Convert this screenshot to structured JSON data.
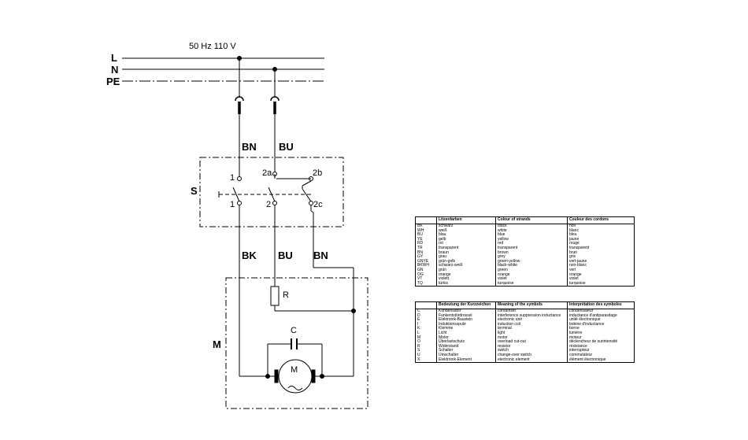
{
  "supply": {
    "voltage": "50 Hz 110 V",
    "lines": [
      "L",
      "N",
      "PE"
    ]
  },
  "wires": {
    "top_left": "BN",
    "top_right": "BU",
    "bottom_left": "BK",
    "bottom_mid": "BU",
    "bottom_right": "BN"
  },
  "switch": {
    "label": "S",
    "terminals": [
      "1",
      "2a",
      "2b",
      "1",
      "2",
      "2c"
    ]
  },
  "motor": {
    "label": "M",
    "resistor": "R",
    "capacitor": "C",
    "symbol": "M"
  },
  "colour_table": {
    "headers": [
      "",
      "Litzenfarben",
      "Colour of strands",
      "Couleur des cordons"
    ],
    "rows": [
      [
        "BK",
        "schwarz",
        "black",
        "noir"
      ],
      [
        "WH",
        "weiß",
        "white",
        "blanc"
      ],
      [
        "BU",
        "blau",
        "blue",
        "bleu"
      ],
      [
        "YE",
        "gelb",
        "yellow",
        "jaune"
      ],
      [
        "RD",
        "rot",
        "red",
        "rouge"
      ],
      [
        "TR",
        "transparent",
        "transparent",
        "transparent"
      ],
      [
        "BN",
        "braun",
        "brown",
        "brun"
      ],
      [
        "GY",
        "grau",
        "grey",
        "gris"
      ],
      [
        "GNYE",
        "grün-gelb",
        "green-yellow",
        "vert-jaune"
      ],
      [
        "BKWH",
        "schwarz-weiß",
        "black-white",
        "noir-blanc"
      ],
      [
        "GN",
        "grün",
        "green",
        "vert"
      ],
      [
        "OG",
        "orange",
        "orange",
        "orange"
      ],
      [
        "VT",
        "violett",
        "violet",
        "violet"
      ],
      [
        "TQ",
        "türkis",
        "turquoise",
        "turquoise"
      ]
    ]
  },
  "symbol_table": {
    "headers": [
      "",
      "Bedeutung der Kurzzeichen",
      "Meaning of the symbols",
      "Interprétation des symboles"
    ],
    "rows": [
      [
        "C",
        "Kondensator",
        "condenser",
        "condensateur"
      ],
      [
        "D",
        "Funkentstördrossel",
        "interference suppression inductance",
        "inductance d'antiparasitage"
      ],
      [
        "E",
        "Elektronik-Baustein",
        "electronic unit",
        "unité électronique"
      ],
      [
        "I",
        "Induktionsspule",
        "induction coil",
        "bobine d'inductance"
      ],
      [
        "K",
        "Klemme",
        "terminal",
        "borne"
      ],
      [
        "L",
        "Licht",
        "light",
        "lumière"
      ],
      [
        "M",
        "Motor",
        "motor",
        "moteur"
      ],
      [
        "O",
        "Überlastschutz",
        "overload cut-out",
        "déclencheur de surintensité"
      ],
      [
        "R",
        "Widerstand",
        "resistor",
        "résistance"
      ],
      [
        "S",
        "Schalter",
        "switch",
        "interrupteur"
      ],
      [
        "U",
        "Umschalter",
        "change-over switch",
        "commutateur"
      ],
      [
        "X",
        "Elektronik-Element",
        "electronic element",
        "élément électronique"
      ]
    ]
  }
}
